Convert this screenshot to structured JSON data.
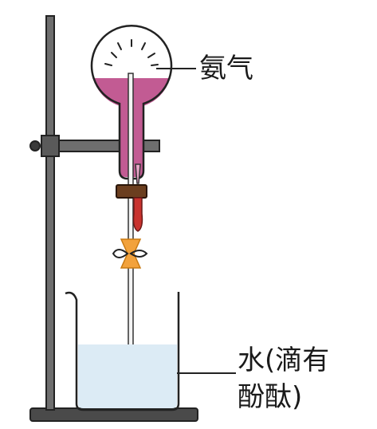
{
  "labels": {
    "ammonia": "氨气",
    "water_line1": "水(滴有",
    "water_line2": "酚酞)"
  },
  "colors": {
    "solution_pink": "#c25b93",
    "water_blue": "#dcebf5",
    "metal_dark": "#4a4a4a",
    "stopper_brown": "#6b3e1f",
    "clamp_orange": "#f2a23c",
    "bulb_red": "#c8322e"
  }
}
